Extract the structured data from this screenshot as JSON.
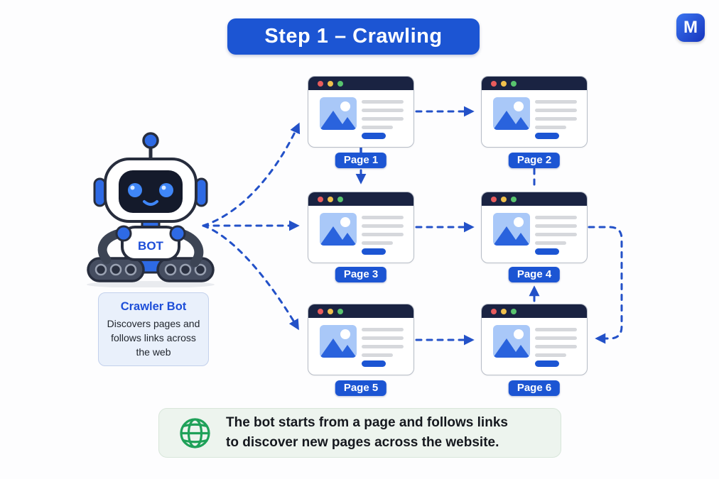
{
  "title_banner": {
    "label": "Step 1 – Crawling",
    "bg": "#1c55d3",
    "text_color": "#ffffff"
  },
  "logo": {
    "label": "M",
    "bg": "#1f4fd6"
  },
  "robot": {
    "chest_label": "BOT"
  },
  "crawler_card": {
    "title": "Crawler Bot",
    "description": "Discovers pages and follows links across the web"
  },
  "pages": [
    {
      "label": "Page 1"
    },
    {
      "label": "Page 2"
    },
    {
      "label": "Page 3"
    },
    {
      "label": "Page 4"
    },
    {
      "label": "Page 5"
    },
    {
      "label": "Page 6"
    }
  ],
  "edges": [
    {
      "from": "Crawler Bot",
      "to": "Page 1"
    },
    {
      "from": "Crawler Bot",
      "to": "Page 3"
    },
    {
      "from": "Crawler Bot",
      "to": "Page 5"
    },
    {
      "from": "Page 1",
      "to": "Page 2"
    },
    {
      "from": "Page 1",
      "to": "Page 3"
    },
    {
      "from": "Page 2",
      "to": "Page 4"
    },
    {
      "from": "Page 3",
      "to": "Page 4"
    },
    {
      "from": "Page 5",
      "to": "Page 6"
    },
    {
      "from": "Page 6",
      "to": "Page 4"
    },
    {
      "from": "Page 4",
      "to": "Page 6"
    }
  ],
  "note": {
    "line1": "The bot starts from a page and follows links",
    "line2": "to discover new pages across the website."
  },
  "colors": {
    "primary_blue": "#1c55d3",
    "arrow_blue": "#2351c8",
    "header_navy": "#1a2342",
    "thumb_blue": "#a9c8f8",
    "mountain_blue": "#2a63dd",
    "note_green": "#1fa159",
    "note_bg": "#edf4ee",
    "crawler_box_bg": "#e9f0fb"
  }
}
